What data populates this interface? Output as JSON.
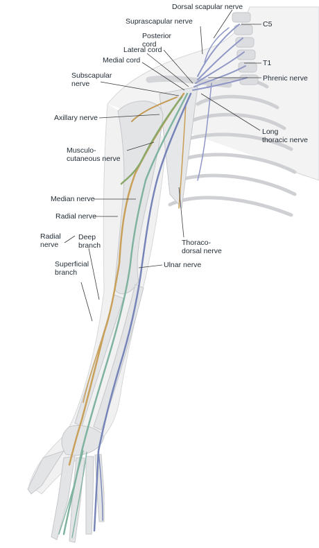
{
  "labels": {
    "dorsal_scapular": "Dorsal scapular nerve",
    "c5": "C5",
    "suprascapular": "Suprascapular nerve",
    "posterior_cord": "Posterior\ncord",
    "lateral_cord": "Lateral cord",
    "medial_cord": "Medial cord",
    "t1": "T1",
    "phrenic": "Phrenic nerve",
    "subscapular": "Subscapular\nnerve",
    "axillary": "Axillary nerve",
    "long_thoracic": "Long\nthoracic nerve",
    "musculocutaneous": "Musculo-\ncutaneous nerve",
    "median": "Median nerve",
    "radial": "Radial nerve",
    "radial_nerve_group": "Radial\nnerve",
    "deep_branch": "Deep\nbranch",
    "superficial_branch": "Superficial\nbranch",
    "thoracodorsal": "Thoraco-\ndorsal nerve",
    "ulnar": "Ulnar nerve"
  },
  "colors": {
    "background": "#ffffff",
    "bone": "#e3e4e6",
    "bone_shadow": "#c5c7cb",
    "skin_outline": "#d6d7da",
    "radial_nerve": "#c9a05a",
    "axillary_nerve": "#c49a55",
    "musculocutaneous_nerve": "#8aa86a",
    "median_nerve": "#7fb3a0",
    "ulnar_nerve": "#7684b8",
    "plexus_blue": "#8f97c6",
    "leader_line": "#3a3a3a",
    "label_text": "#1f2933"
  }
}
